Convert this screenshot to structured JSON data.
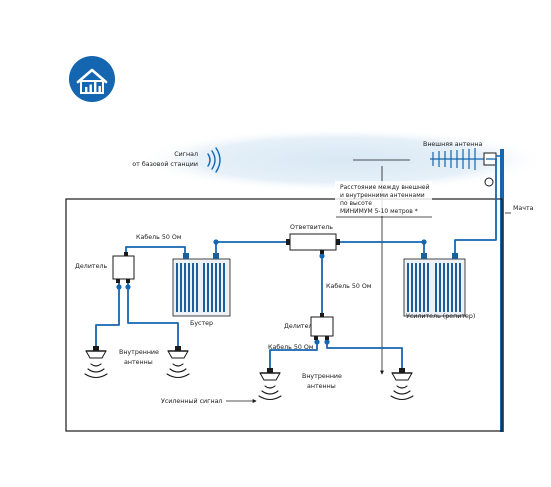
{
  "colors": {
    "accent": "#1466b0",
    "line": "#1466b0",
    "haze": "#d8e8f4",
    "device": "#eef2f7",
    "device_fins": "#1d5f99",
    "room_border": "#1a1a1a",
    "text": "#1a1a1a"
  },
  "icons": {
    "logo": "house-signal-icon",
    "signal": "signal-waves-icon",
    "antenna_outdoor": "yagi-antenna-icon",
    "antenna_indoor": "ceiling-antenna-icon"
  },
  "labels": {
    "signal_line1": "Сигнал",
    "signal_line2": "от базовой станции",
    "outdoor_antenna": "Внешняя антенна",
    "mast": "Мачта",
    "distance_line1": "Расстояние между внешней",
    "distance_line2": "и внутренними антеннами",
    "distance_line3": "по высоте",
    "distance_line4": "МИНИМУМ 5-10 метров *",
    "tap": "Ответвитель",
    "cable_top": "Кабель 50 Ом",
    "cable_mid": "Кабель 50 Ом",
    "cable_bottom": "Кабель 50 Ом",
    "splitter_left": "Делитель",
    "splitter_mid": "Делитель",
    "booster": "Бустер",
    "amplifier": "Усилитель (репитер)",
    "indoor_antennas_1_line1": "Внутренние",
    "indoor_antennas_1_line2": "антенны",
    "indoor_antennas_2_line1": "Внутренние",
    "indoor_antennas_2_line2": "антенны",
    "amplified_signal": "Усиленный сигнал"
  }
}
